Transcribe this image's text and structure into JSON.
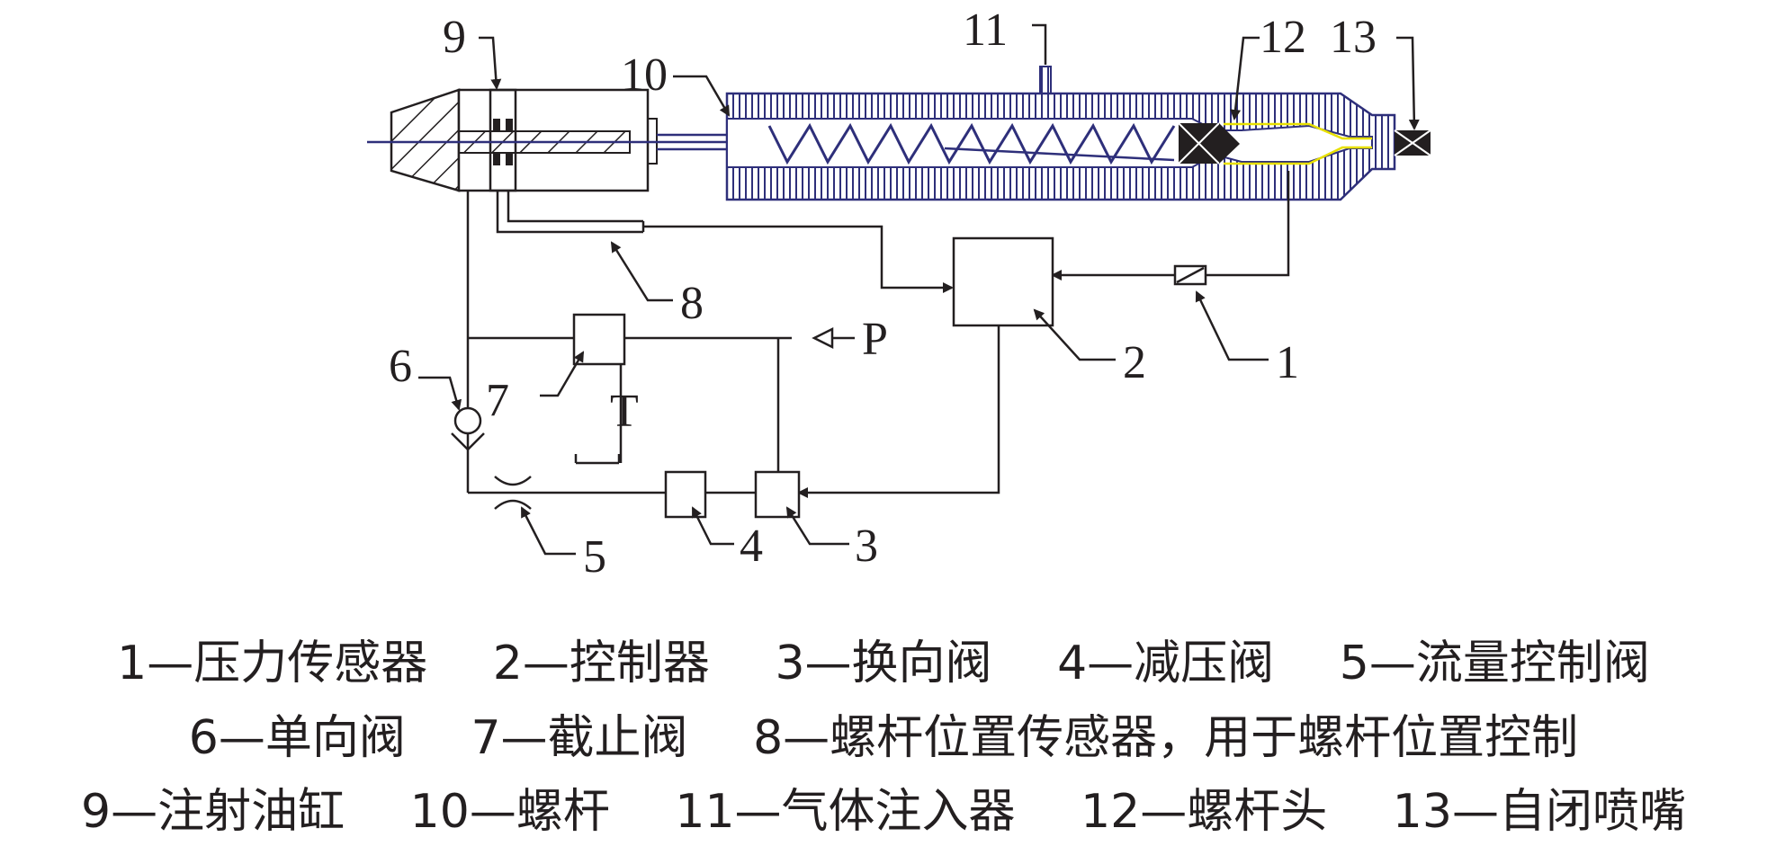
{
  "components": [
    {
      "id": "1",
      "label": "1",
      "name": "压力传感器"
    },
    {
      "id": "2",
      "label": "2",
      "name": "控制器"
    },
    {
      "id": "3",
      "label": "3",
      "name": "换向阀"
    },
    {
      "id": "4",
      "label": "4",
      "name": "减压阀"
    },
    {
      "id": "5",
      "label": "5",
      "name": "流量控制阀"
    },
    {
      "id": "6",
      "label": "6",
      "name": "单向阀"
    },
    {
      "id": "7",
      "label": "7",
      "name": "截止阀"
    },
    {
      "id": "8",
      "label": "8",
      "name": "螺杆位置传感器，用于螺杆位置控制"
    },
    {
      "id": "9",
      "label": "9",
      "name": "注射油缸"
    },
    {
      "id": "10",
      "label": "10",
      "name": "螺杆"
    },
    {
      "id": "11",
      "label": "11",
      "name": "气体注入器"
    },
    {
      "id": "12",
      "label": "12",
      "name": "螺杆头"
    },
    {
      "id": "13",
      "label": "13",
      "name": "自闭喷嘴"
    }
  ],
  "ports": {
    "pressure": "P",
    "tank": "T"
  },
  "legend": {
    "sep": "—",
    "rows": [
      [
        "1",
        "2",
        "3",
        "4",
        "5"
      ],
      [
        "6",
        "7",
        "8"
      ],
      [
        "9",
        "10",
        "11",
        "12",
        "13"
      ]
    ]
  },
  "colors": {
    "line": "#231f20",
    "barrel": "#2e2f7a",
    "melt": "#e8e000"
  }
}
